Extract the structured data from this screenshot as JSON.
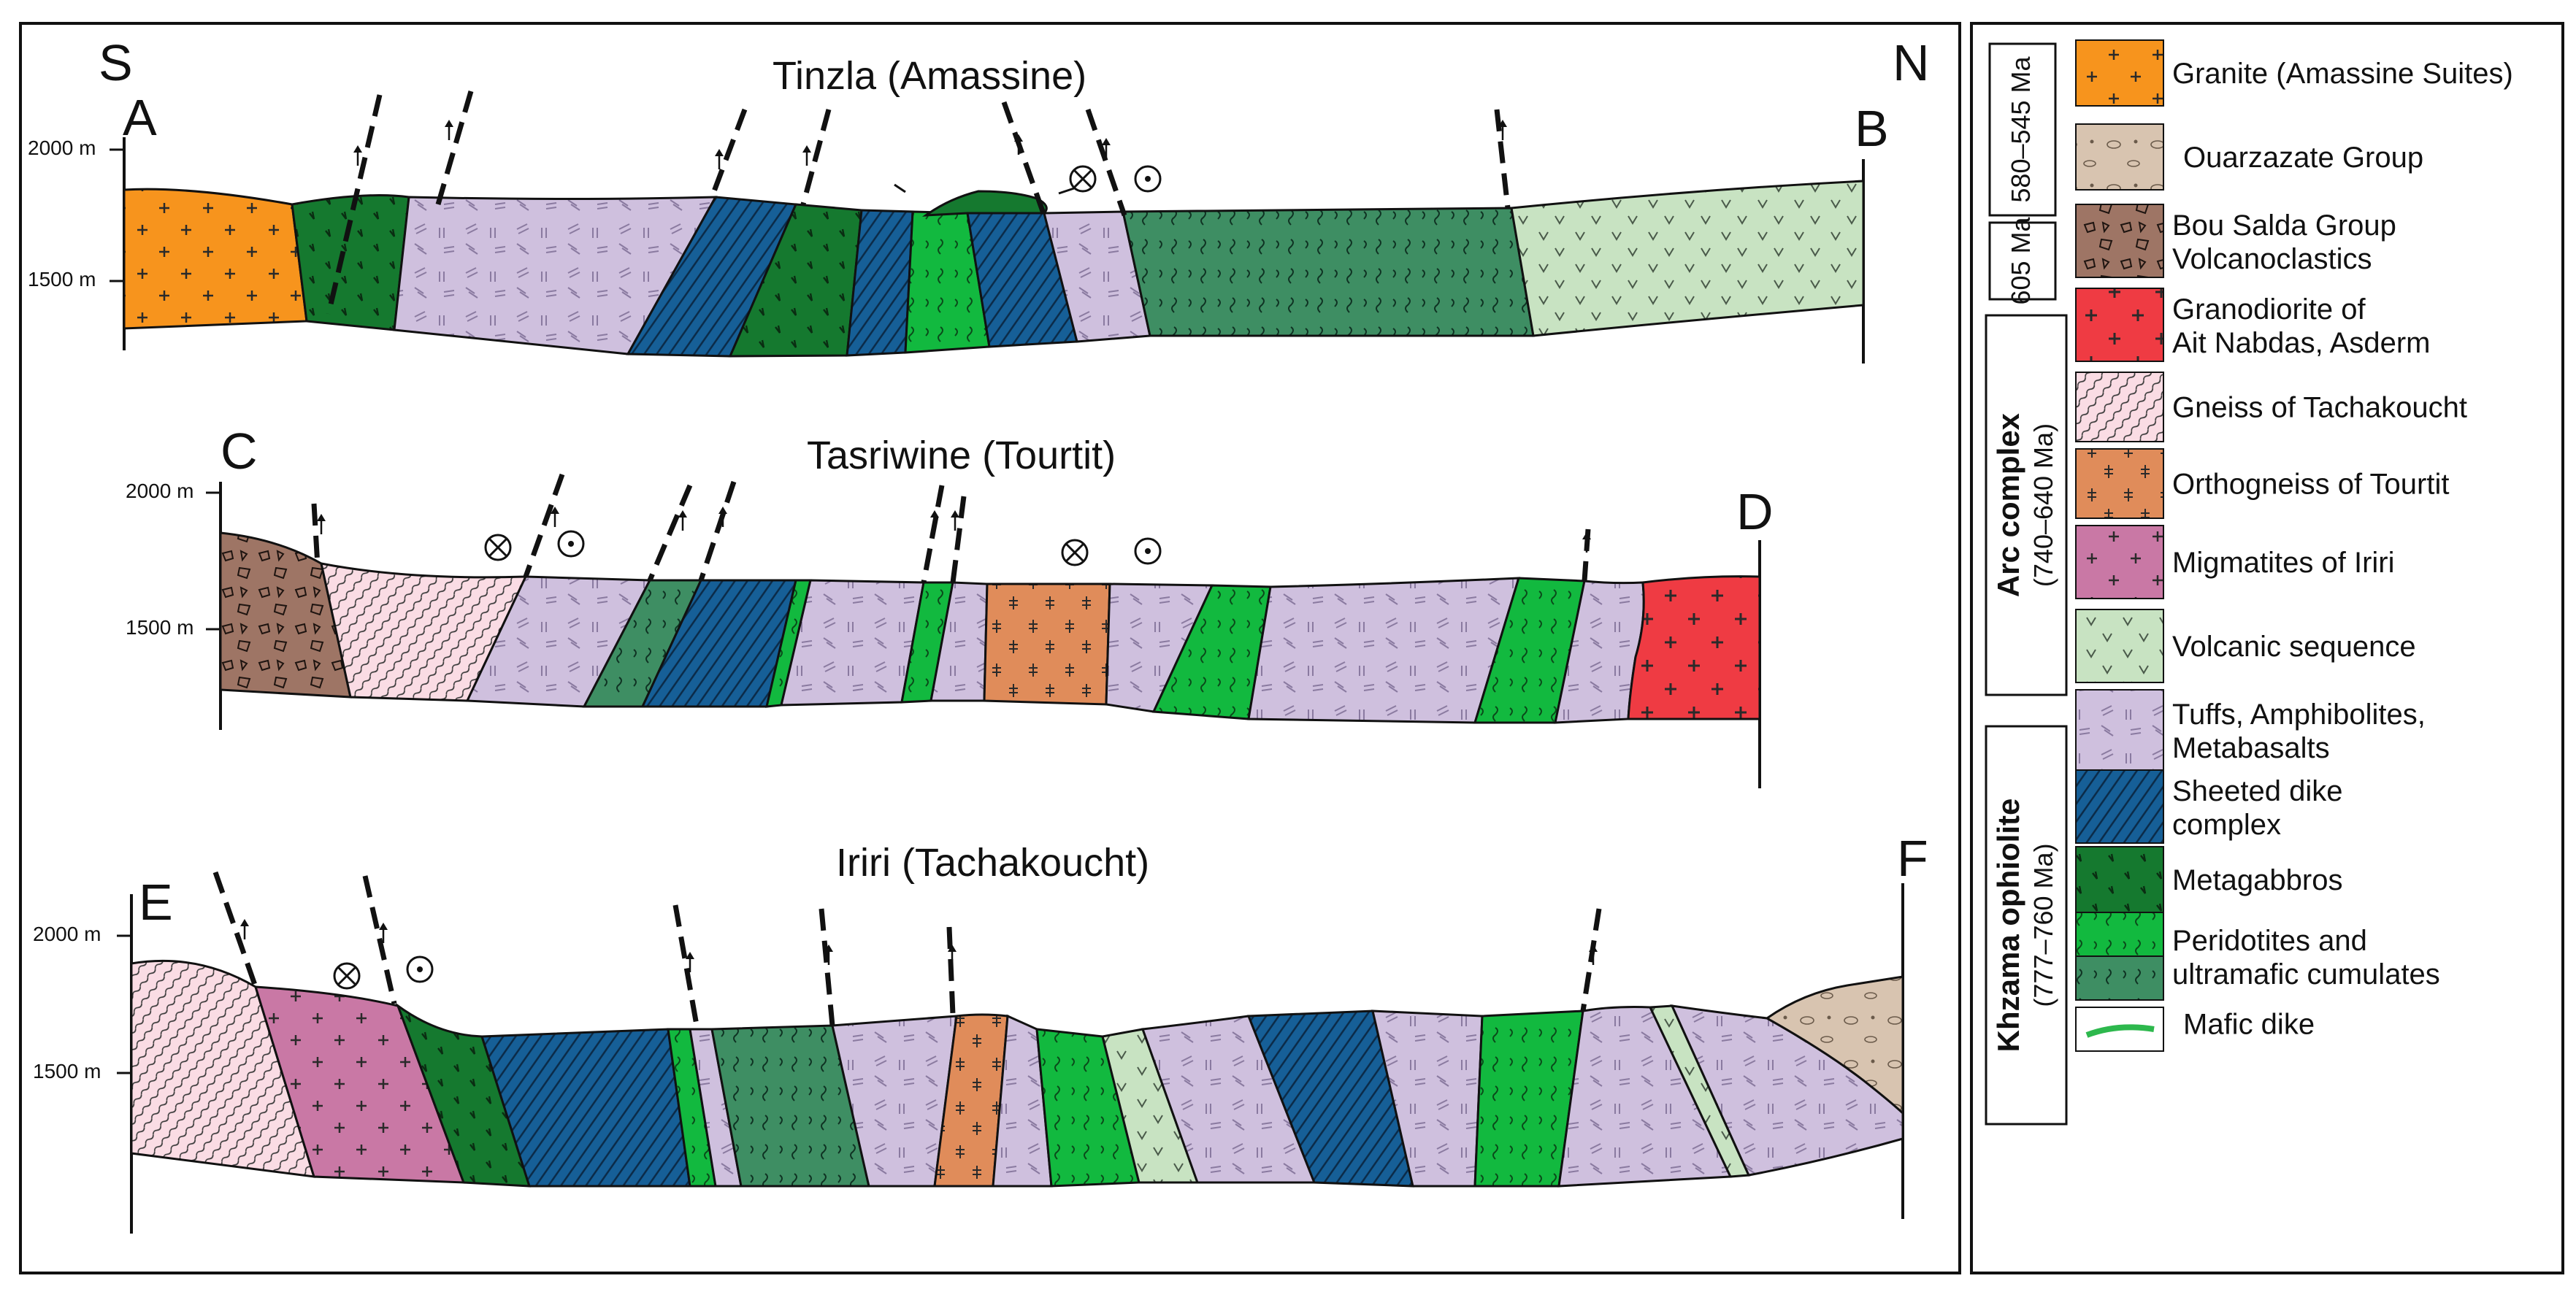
{
  "compass": {
    "south": "S",
    "north": "N"
  },
  "sections": [
    {
      "title": "Tinzla (Amassine)",
      "start_label": "A",
      "end_label": "B",
      "scale_labels": [
        "2000 m",
        "1500 m"
      ],
      "units": [
        {
          "unit": "granite"
        },
        {
          "unit": "metagabbro"
        },
        {
          "unit": "tuff"
        },
        {
          "unit": "sheeted"
        },
        {
          "unit": "metagabbro"
        },
        {
          "unit": "sheeted"
        },
        {
          "unit": "peridotite"
        },
        {
          "unit": "sheeted"
        },
        {
          "unit": "tuff"
        },
        {
          "unit": "ultramafic_dark"
        },
        {
          "unit": "volcanic"
        }
      ]
    },
    {
      "title": "Tasriwine (Tourtit)",
      "start_label": "C",
      "end_label": "D",
      "scale_labels": [
        "2000 m",
        "1500 m"
      ],
      "units": [
        {
          "unit": "bousalda"
        },
        {
          "unit": "gneiss"
        },
        {
          "unit": "tuff"
        },
        {
          "unit": "ultramafic_dark"
        },
        {
          "unit": "sheeted"
        },
        {
          "unit": "peridotite"
        },
        {
          "unit": "tuff"
        },
        {
          "unit": "peridotite"
        },
        {
          "unit": "tuff"
        },
        {
          "unit": "orthogneiss"
        },
        {
          "unit": "tuff"
        },
        {
          "unit": "peridotite"
        },
        {
          "unit": "tuff"
        },
        {
          "unit": "peridotite"
        },
        {
          "unit": "tuff"
        },
        {
          "unit": "granodiorite"
        }
      ]
    },
    {
      "title": "Iriri (Tachakoucht)",
      "start_label": "E",
      "end_label": "F",
      "scale_labels": [
        "2000 m",
        "1500 m"
      ],
      "units": [
        {
          "unit": "gneiss"
        },
        {
          "unit": "migmatite"
        },
        {
          "unit": "metagabbro"
        },
        {
          "unit": "sheeted"
        },
        {
          "unit": "peridotite"
        },
        {
          "unit": "tuff"
        },
        {
          "unit": "ultramafic_dark"
        },
        {
          "unit": "tuff"
        },
        {
          "unit": "orthogneiss"
        },
        {
          "unit": "tuff"
        },
        {
          "unit": "peridotite"
        },
        {
          "unit": "volcanic"
        },
        {
          "unit": "tuff"
        },
        {
          "unit": "sheeted"
        },
        {
          "unit": "tuff"
        },
        {
          "unit": "peridotite"
        },
        {
          "unit": "tuff"
        },
        {
          "unit": "volcanic"
        },
        {
          "unit": "tuff"
        },
        {
          "unit": "ouarzazate"
        }
      ]
    }
  ],
  "legend": {
    "groups": [
      {
        "label": "580–545 Ma",
        "emphasis": false
      },
      {
        "label": "605 Ma",
        "emphasis": false
      },
      {
        "label": "Arc complex",
        "sub": "(740–640 Ma)",
        "emphasis": true
      },
      {
        "label": "Khzama ophiolite",
        "sub": "(777–760 Ma)",
        "emphasis": true
      }
    ],
    "items": [
      {
        "unit": "granite",
        "lines": [
          "Granite (Amassine Suites)"
        ]
      },
      {
        "unit": "ouarzazate",
        "lines": [
          "Ouarzazate Group"
        ]
      },
      {
        "unit": "bousalda",
        "lines": [
          "Bou Salda Group",
          "Volcanoclastics"
        ]
      },
      {
        "unit": "granodiorite",
        "lines": [
          "Granodiorite of",
          "Ait Nabdas, Asderm"
        ]
      },
      {
        "unit": "gneiss",
        "lines": [
          "Gneiss  of Tachakoucht"
        ]
      },
      {
        "unit": "orthogneiss",
        "lines": [
          "Orthogneiss of Tourtit"
        ]
      },
      {
        "unit": "migmatite",
        "lines": [
          "Migmatites of Iriri"
        ]
      },
      {
        "unit": "volcanic",
        "lines": [
          "Volcanic sequence"
        ]
      },
      {
        "unit": "tuff",
        "lines": [
          "Tuffs, Amphibolites,",
          "Metabasalts"
        ]
      },
      {
        "unit": "sheeted",
        "lines": [
          "Sheeted dike",
          "complex"
        ]
      },
      {
        "unit": "metagabbro",
        "lines": [
          "Metagabbros"
        ]
      },
      {
        "unit": "peridotite",
        "lines": [
          "Peridotites and",
          "ultramafic cumulates"
        ]
      },
      {
        "unit": "dike",
        "lines": [
          "Mafic dike"
        ]
      }
    ]
  },
  "unit_colors": {
    "granite": "#F7941D",
    "ouarzazate": "#D8C4B0",
    "bousalda": "#9E7565",
    "granodiorite": "#EF3B43",
    "gneiss": "#FADCE4",
    "orthogneiss": "#E08C5A",
    "migmatite": "#C978A5",
    "volcanic": "#C8E3C2",
    "tuff": "#CFC0DE",
    "sheeted": "#165F97",
    "metagabbro": "#15792F",
    "peridotite": "#12B93F",
    "ultramafic_dark": "#3E8E63",
    "dike": "#2DB84D"
  }
}
